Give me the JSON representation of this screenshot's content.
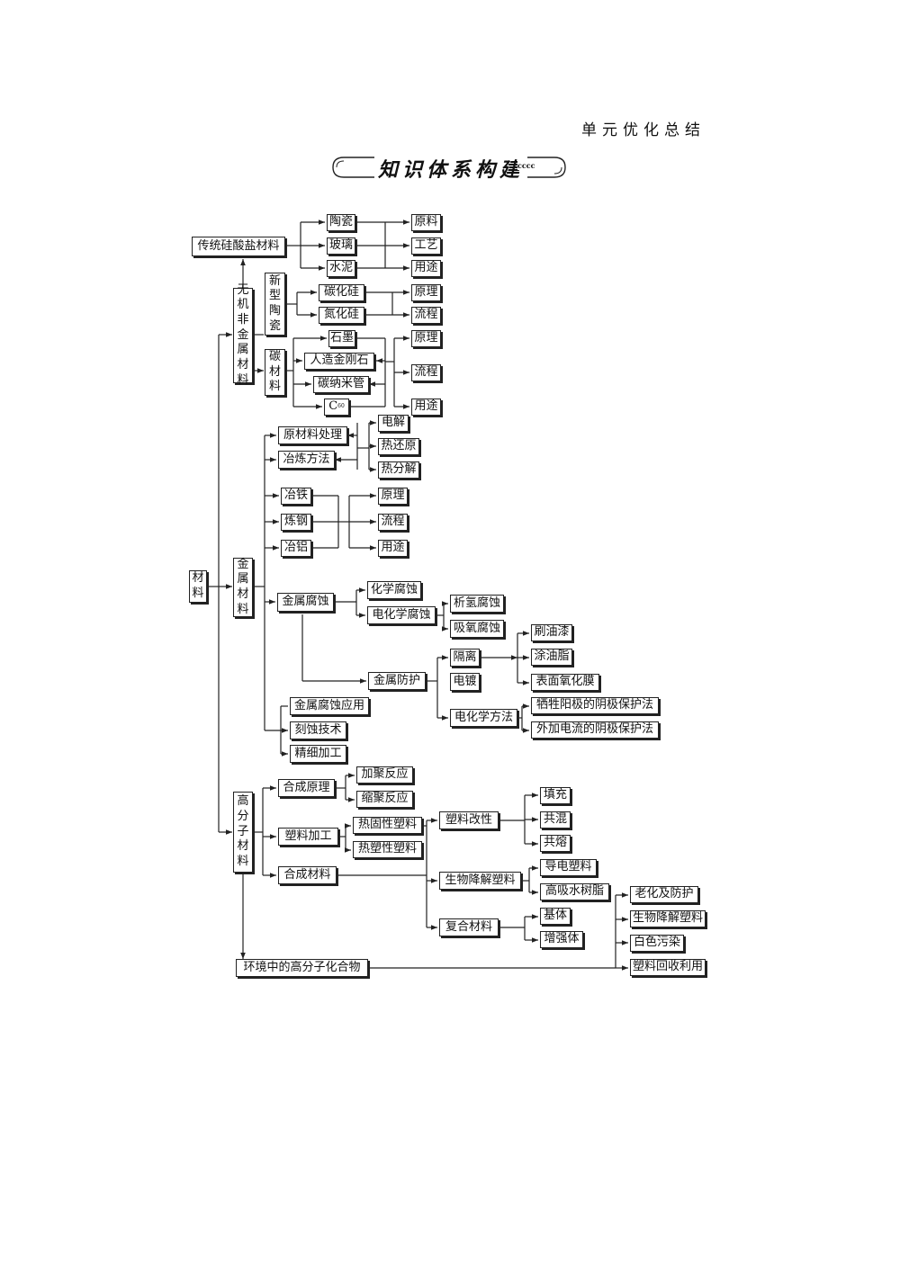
{
  "header": "单元优化总结",
  "banner": {
    "title": "知识体系构建",
    "tag": "cccc"
  },
  "nodes": {
    "root": "材\n料",
    "inorganic": "无\n机\n非\n金\n属\n材\n料",
    "metal": "金\n属\n材\n料",
    "polymer": "高\n分\n子\n材\n料",
    "traditional": "传统硅酸盐材料",
    "ceramic": "陶瓷",
    "glass": "玻璃",
    "cement": "水泥",
    "t_raw": "原料",
    "t_craft": "工艺",
    "t_use": "用途",
    "new_ceramic": "新\n型\n陶\n瓷",
    "sic": "碳化硅",
    "si3n4": "氮化硅",
    "nc_principle": "原理",
    "nc_process": "流程",
    "carbon": "碳\n材\n料",
    "graphite": "石墨",
    "diamond": "人造金刚石",
    "nanotube": "碳纳米管",
    "c60": "C",
    "c60_sub": "60",
    "c_principle": "原理",
    "c_process": "流程",
    "c_use": "用途",
    "raw_processing": "原材料处理",
    "smelting_method": "冶炼方法",
    "electrolysis": "电解",
    "thermal_reduction": "热还原",
    "thermal_decomp": "热分解",
    "iron": "冶铁",
    "steel": "炼钢",
    "aluminum": "冶铝",
    "m_principle": "原理",
    "m_process": "流程",
    "m_use": "用途",
    "corrosion": "金属腐蚀",
    "chem_corrosion": "化学腐蚀",
    "echem_corrosion": "电化学腐蚀",
    "h2_corrosion": "析氢腐蚀",
    "o2_corrosion": "吸氧腐蚀",
    "protection": "金属防护",
    "isolation": "隔离",
    "plating": "电镀",
    "echem_method": "电化学方法",
    "paint": "刷油漆",
    "grease": "涂油脂",
    "oxide_film": "表面氧化膜",
    "sacrificial": "牺牲阳极的阴极保护法",
    "impressed": "外加电流的阴极保护法",
    "corrosion_app": "金属腐蚀应用",
    "etching": "刻蚀技术",
    "fine_processing": "精细加工",
    "synthesis_principle": "合成原理",
    "addition_poly": "加聚反应",
    "condensation_poly": "缩聚反应",
    "plastic_processing": "塑料加工",
    "thermoset": "热固性塑料",
    "thermoplastic": "热塑性塑料",
    "plastic_modification": "塑料改性",
    "filling": "填充",
    "blending": "共混",
    "copolymer": "共熔",
    "synthetic_materials": "合成材料",
    "biodegradable": "生物降解塑料",
    "conductive": "导电塑料",
    "sap": "高吸水树脂",
    "composite": "复合材料",
    "matrix": "基体",
    "reinforcement": "增强体",
    "env_polymer": "环境中的高分子化合物",
    "aging": "老化及防护",
    "bio_plastic": "生物降解塑料",
    "white_pollution": "白色污染",
    "recycling": "塑料回收利用"
  }
}
